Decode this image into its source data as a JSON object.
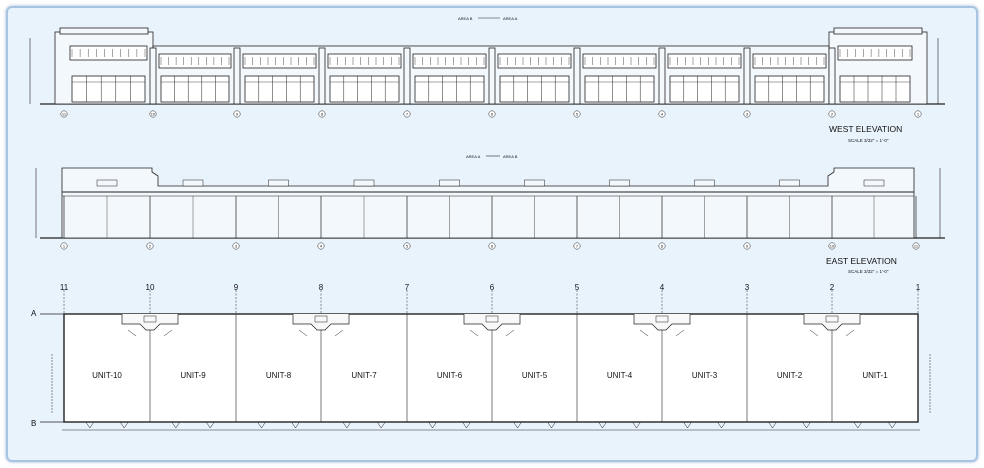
{
  "west_elevation": {
    "title": "WEST ELEVATION",
    "scale": "SCALE 3/32\" = 1'-0\"",
    "area_tag_a": "AREA B",
    "area_tag_b": "AREA A",
    "grid_labels": [
      "11",
      "10",
      "9",
      "8",
      "7",
      "6",
      "5",
      "4",
      "3",
      "2",
      "1"
    ]
  },
  "east_elevation": {
    "title": "EAST ELEVATION",
    "scale": "SCALE 3/32\" = 1'-0\"",
    "area_tag_a": "AREA A",
    "area_tag_b": "AREA B",
    "grid_labels": [
      "1",
      "2",
      "3",
      "4",
      "5",
      "6",
      "7",
      "8",
      "9",
      "10",
      "11"
    ]
  },
  "floor_plan": {
    "column_labels": [
      "11",
      "10",
      "9",
      "8",
      "7",
      "6",
      "5",
      "4",
      "3",
      "2",
      "1"
    ],
    "row_labels": [
      "A",
      "B"
    ],
    "units": [
      "UNIT-10",
      "UNIT-9",
      "UNIT-8",
      "UNIT-7",
      "UNIT-6",
      "UNIT-5",
      "UNIT-4",
      "UNIT-3",
      "UNIT-2",
      "UNIT-1"
    ]
  }
}
